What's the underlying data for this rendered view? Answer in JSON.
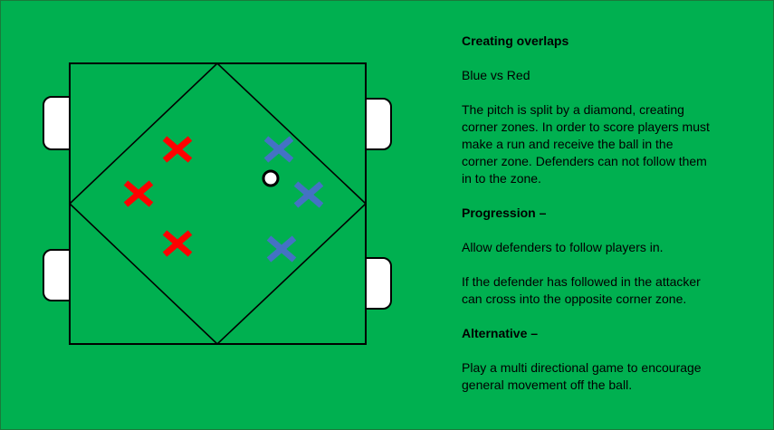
{
  "colors": {
    "background": "#00b050",
    "red_team": "#ff0000",
    "blue_team": "#4472c4",
    "lines": "#000000",
    "goal_fill": "#ffffff",
    "ball_fill": "#ffffff"
  },
  "markers": {
    "red_count": 3,
    "blue_count": 3,
    "ball_count": 1,
    "goal_count": 4
  },
  "text": {
    "title": "Creating overlaps",
    "teams": "Blue vs Red",
    "description_lines": [
      "The pitch is split by a diamond, creating",
      "corner zones. In order to score players must",
      "make a run and receive the ball in the",
      "corner zone. Defenders can not follow them",
      "in to the zone."
    ],
    "progression_heading": "Progression –",
    "progression_1": "Allow defenders to follow players in.",
    "progression_2_lines": [
      "If the defender has followed in the attacker",
      "can cross into the opposite corner zone."
    ],
    "alternative_heading": "Alternative –",
    "alternative_lines": [
      "Play a multi directional game to encourage",
      "general movement off the ball."
    ]
  }
}
